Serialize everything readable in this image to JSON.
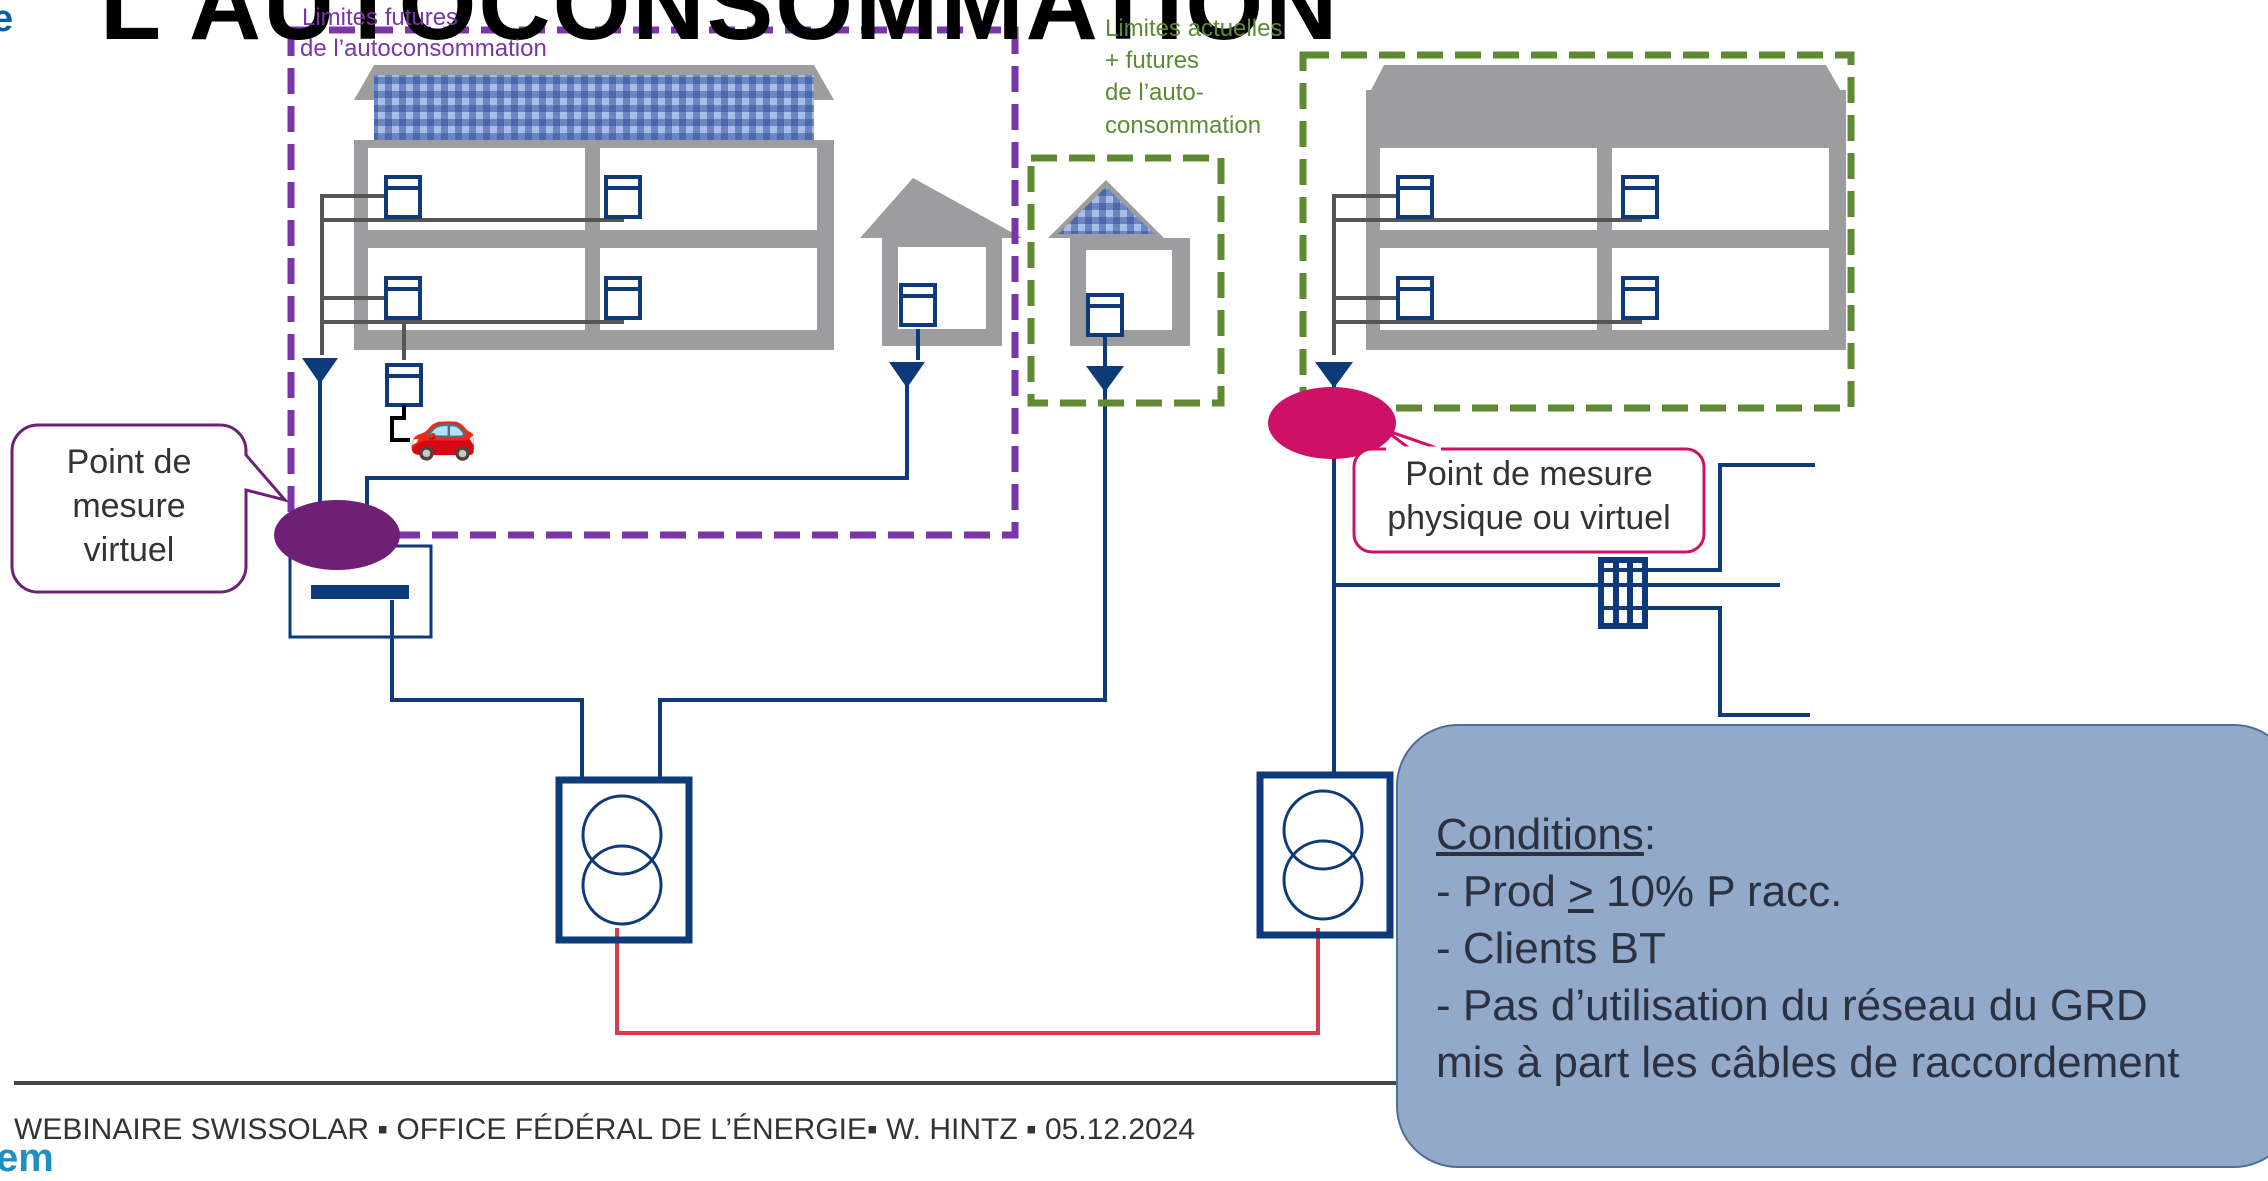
{
  "title": "L'AUTOCONSOMMATION",
  "boundaries": {
    "future_line1": "Limites futures",
    "future_line2": "de l’autoconsommation",
    "current_lines": [
      "Limites actuelles",
      "+ futures",
      "de l’auto-",
      "consommation"
    ]
  },
  "callouts": {
    "virtual": [
      "Point de",
      "mesure",
      "virtuel"
    ],
    "physical": [
      "Point de mesure",
      "physique ou virtuel"
    ]
  },
  "conditions": {
    "heading": "Conditions",
    "heading_suffix": ":",
    "prod_prefix": "- Prod ",
    "prod_symbol": ">",
    "prod_suffix": " 10% P racc.",
    "line2": "- Clients BT",
    "line3": "- Pas d’utilisation du réseau du GRD",
    "line4": "mis à part les câbles de raccordement"
  },
  "footer": "WEBINAIRE SWISSOLAR ▪ OFFICE FÉDÉRAL DE L’ÉNERGIE▪ W. HINTZ ▪ 05.12.2024",
  "footer_brand": "em",
  "logo_letter": "e",
  "colors": {
    "navy": "#0e3a7a",
    "grey_building": "#9d9d9f",
    "purple_boundary": "#7a35a8",
    "green_boundary": "#5f8a33",
    "virtual_point": "#6e2076",
    "physical_point": "#cc1166",
    "red_line": "#d63c4e",
    "conditions_box": "#92a9c9"
  },
  "icons": [
    "car-icon",
    "transformer-icon",
    "meter-icon",
    "solar-panel-icon"
  ]
}
